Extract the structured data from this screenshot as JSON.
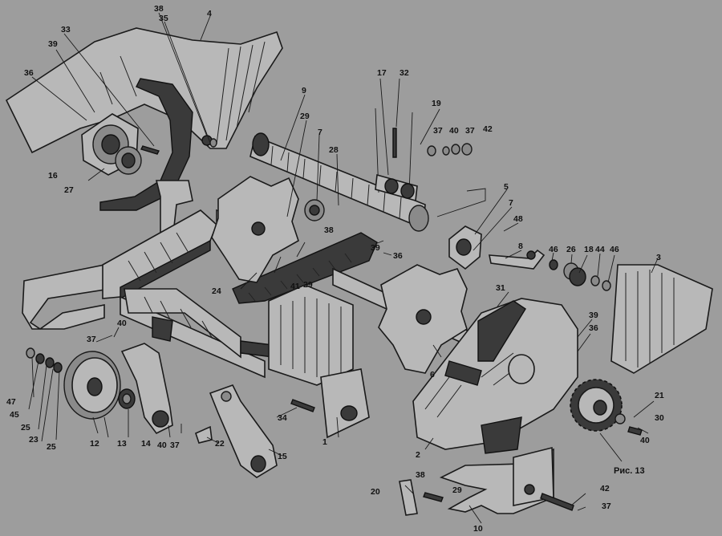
{
  "figure": {
    "caption": "Рис. 13",
    "callouts": {
      "c1": "1",
      "c2": "2",
      "c3": "3",
      "c4": "4",
      "c5": "5",
      "c6": "6",
      "c7a": "7",
      "c7b": "7",
      "c8": "8",
      "c9": "9",
      "c10": "10",
      "c12": "12",
      "c13": "13",
      "c14": "14",
      "c15": "15",
      "c16": "16",
      "c17": "17",
      "c18": "18",
      "c19": "19",
      "c20": "20",
      "c21": "21",
      "c22": "22",
      "c23": "23",
      "c24": "24",
      "c25a": "25",
      "c25b": "25",
      "c26": "26",
      "c27": "27",
      "c28": "28",
      "c29a": "29",
      "c29b": "29",
      "c29c": "29",
      "c30": "30",
      "c31": "31",
      "c32": "32",
      "c33": "33",
      "c34": "34",
      "c35": "35",
      "c36a": "36",
      "c36b": "36",
      "c36c": "36",
      "c37a": "37",
      "c37b": "37",
      "c37c": "37",
      "c37d": "37",
      "c37e": "37",
      "c38a": "38",
      "c38b": "38",
      "c38c": "38",
      "c39a": "39",
      "c39b": "39",
      "c39c": "39",
      "c40a": "40",
      "c40b": "40",
      "c40c": "40",
      "c40d": "40",
      "c41": "41",
      "c42a": "42",
      "c42b": "42",
      "c44": "44",
      "c45": "45",
      "c46a": "46",
      "c46b": "46",
      "c47": "47",
      "c48": "48"
    }
  }
}
